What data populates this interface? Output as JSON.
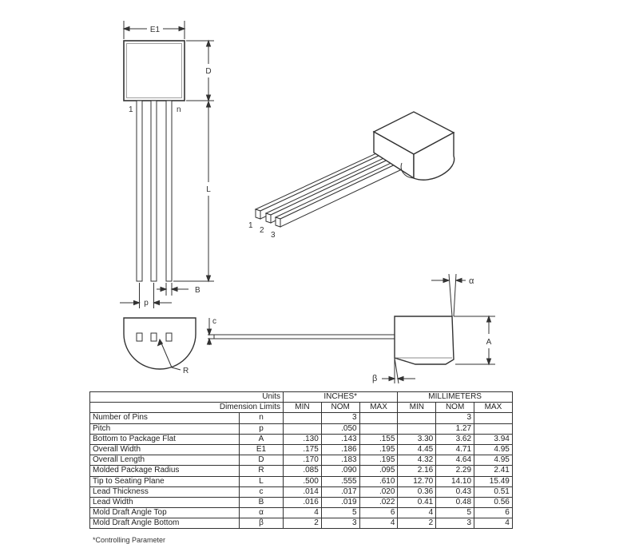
{
  "diagram": {
    "labels": {
      "e1": "E1",
      "d": "D",
      "l": "L",
      "b": "B",
      "p": "p",
      "pin_first": "1",
      "pin_last": "n",
      "pin_1": "1",
      "pin_2": "2",
      "pin_3": "3",
      "c": "c",
      "r": "R",
      "a": "A",
      "alpha": "α",
      "beta": "β"
    }
  },
  "table": {
    "header1": {
      "units": "Units",
      "inches": "INCHES*",
      "mm": "MILLIMETERS"
    },
    "header2": {
      "dimension_limits": "Dimension Limits",
      "min": "MIN",
      "nom": "NOM",
      "max": "MAX"
    },
    "rows": [
      {
        "name": "Number of Pins",
        "sym": "n",
        "in_min": "",
        "in_nom": "3",
        "in_max": "",
        "mm_min": "",
        "mm_nom": "3",
        "mm_max": ""
      },
      {
        "name": "Pitch",
        "sym": "p",
        "in_min": "",
        "in_nom": ".050",
        "in_max": "",
        "mm_min": "",
        "mm_nom": "1.27",
        "mm_max": ""
      },
      {
        "name": "Bottom to Package Flat",
        "sym": "A",
        "in_min": ".130",
        "in_nom": ".143",
        "in_max": ".155",
        "mm_min": "3.30",
        "mm_nom": "3.62",
        "mm_max": "3.94"
      },
      {
        "name": "Overall Width",
        "sym": "E1",
        "in_min": ".175",
        "in_nom": ".186",
        "in_max": ".195",
        "mm_min": "4.45",
        "mm_nom": "4.71",
        "mm_max": "4.95"
      },
      {
        "name": "Overall Length",
        "sym": "D",
        "in_min": ".170",
        "in_nom": ".183",
        "in_max": ".195",
        "mm_min": "4.32",
        "mm_nom": "4.64",
        "mm_max": "4.95"
      },
      {
        "name": "Molded Package Radius",
        "sym": "R",
        "in_min": ".085",
        "in_nom": ".090",
        "in_max": ".095",
        "mm_min": "2.16",
        "mm_nom": "2.29",
        "mm_max": "2.41"
      },
      {
        "name": "Tip to Seating Plane",
        "sym": "L",
        "in_min": ".500",
        "in_nom": ".555",
        "in_max": ".610",
        "mm_min": "12.70",
        "mm_nom": "14.10",
        "mm_max": "15.49"
      },
      {
        "name": "Lead Thickness",
        "sym": "c",
        "in_min": ".014",
        "in_nom": ".017",
        "in_max": ".020",
        "mm_min": "0.36",
        "mm_nom": "0.43",
        "mm_max": "0.51"
      },
      {
        "name": "Lead Width",
        "sym": "B",
        "in_min": ".016",
        "in_nom": ".019",
        "in_max": ".022",
        "mm_min": "0.41",
        "mm_nom": "0.48",
        "mm_max": "0.56"
      },
      {
        "name": "Mold Draft Angle Top",
        "sym": "α",
        "in_min": "4",
        "in_nom": "5",
        "in_max": "6",
        "mm_min": "4",
        "mm_nom": "5",
        "mm_max": "6"
      },
      {
        "name": "Mold Draft Angle Bottom",
        "sym": "β",
        "in_min": "2",
        "in_nom": "3",
        "in_max": "4",
        "mm_min": "2",
        "mm_nom": "3",
        "mm_max": "4"
      }
    ],
    "footnote": "*Controlling Parameter"
  }
}
